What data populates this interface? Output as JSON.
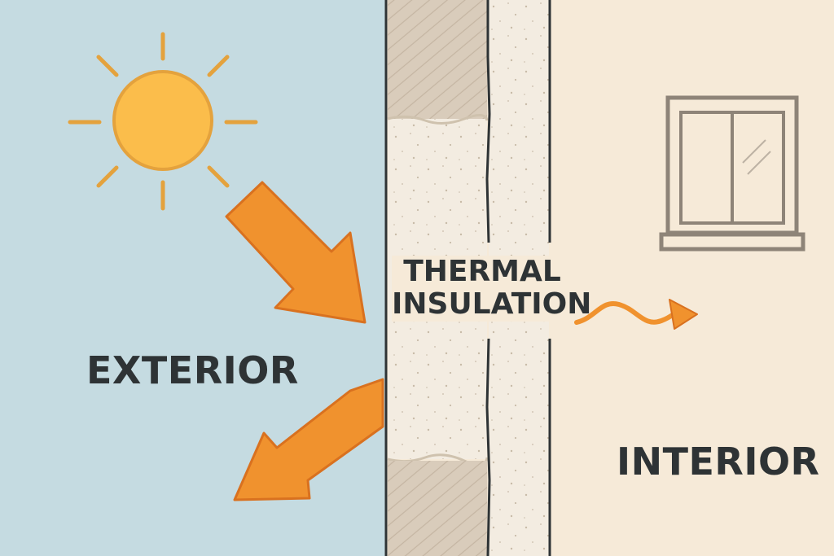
{
  "labels": {
    "exterior": "EXTERIOR",
    "interior": "INTERIOR",
    "insulation_line1": "THERMAL",
    "insulation_line2": "INSULATION"
  },
  "colors": {
    "exterior_bg": "#c5dbe1",
    "interior_bg": "#f6ead8",
    "sun": "#fbbd4b",
    "sun_stroke": "#e4a23d",
    "arrow": "#f0922e",
    "arrow_stroke": "#d9711f",
    "brick": "#d9ccbb",
    "insulation": "#f3ece1",
    "wall_line": "#2e3335",
    "window": "#8e8478",
    "text": "#2e3335"
  },
  "icons": {
    "sun": "sun-icon",
    "window": "window-icon",
    "incoming_heat": "incoming-heat-arrow",
    "reflected_heat": "reflected-heat-arrow",
    "residual_heat": "wavy-heat-arrow"
  }
}
